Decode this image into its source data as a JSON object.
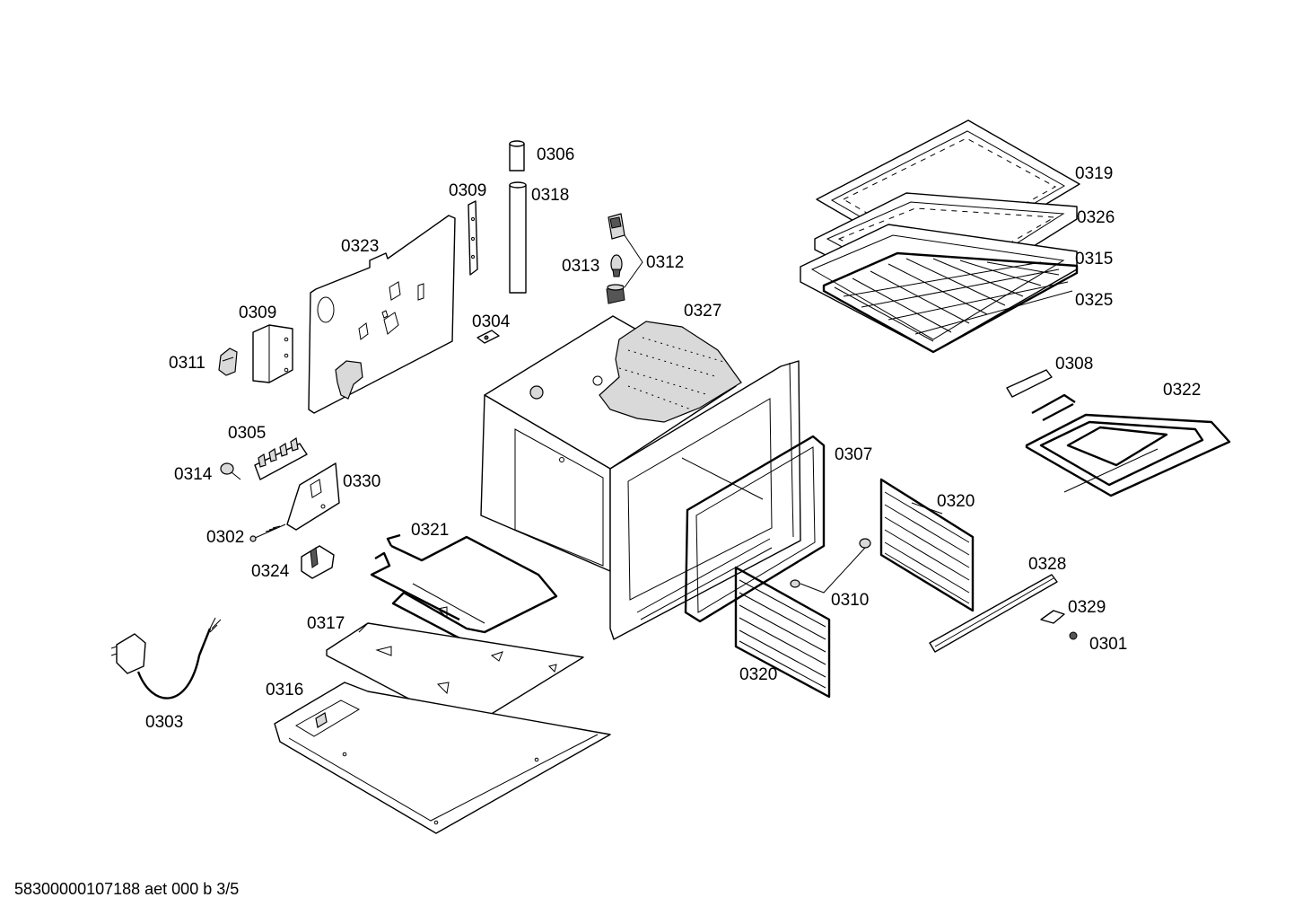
{
  "callouts": {
    "c0301": "0301",
    "c0302": "0302",
    "c0303": "0303",
    "c0304": "0304",
    "c0305": "0305",
    "c0306": "0306",
    "c0307": "0307",
    "c0308": "0308",
    "c0309": "0309",
    "c0310": "0310",
    "c0311": "0311",
    "c0312": "0312",
    "c0313": "0313",
    "c0314": "0314",
    "c0315": "0315",
    "c0316": "0316",
    "c0317": "0317",
    "c0318": "0318",
    "c0319": "0319",
    "c0320": "0320",
    "c0321": "0321",
    "c0322": "0322",
    "c0323": "0323",
    "c0324": "0324",
    "c0325": "0325",
    "c0326": "0326",
    "c0327": "0327",
    "c0328": "0328",
    "c0329": "0329",
    "c0330": "0330"
  },
  "footer": {
    "document_id": "58300000107188 aet 000 b 3/5"
  },
  "colors": {
    "line": "#000000",
    "background": "#ffffff",
    "fill_shaded": "#d9d9d9"
  }
}
